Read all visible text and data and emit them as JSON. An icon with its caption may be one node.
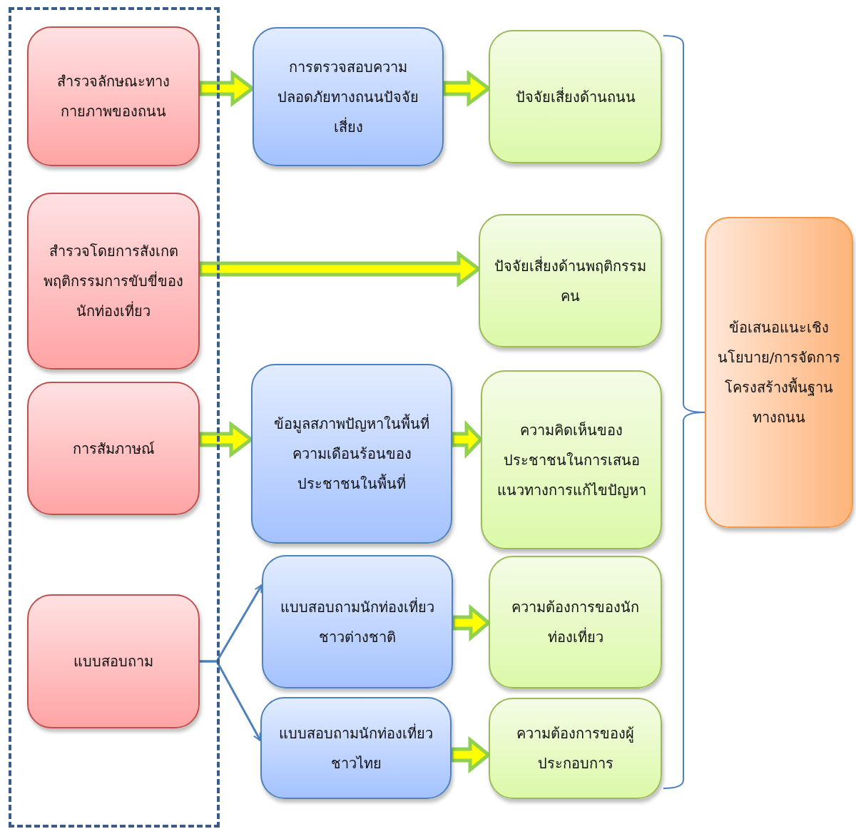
{
  "diagram": {
    "nodes": [
      {
        "text": [],
        "shape": "box"
      },
      {
        "text": [
          "สำรวจลักษณะทางกายภาพของถนน"
        ],
        "in": 0
      },
      {
        "text": [
          "สำรวจโดยการสังเกตพฤติกรรมการขับขี่ของนักท่องเที่ยว"
        ],
        "in": 0
      },
      {
        "text": [
          "การสัมภาษณ์"
        ],
        "in": 0
      },
      {
        "text": [
          "แบบสอบถาม"
        ],
        "in": 0
      },
      {
        "text": [
          "การตรวจสอบความปลอดภัยทางถนนปัจจัยเสี่ยง"
        ]
      },
      {
        "text": [
          "ข้อมูลสภาพปัญหาในพื้นที่ ความเดือนร้อนของประชาชนในพื้นที่"
        ]
      },
      {
        "text": [
          "แบบสอบถามนักท่องเที่ยวชาวต่างชาติ"
        ]
      },
      {
        "text": [
          "แบบสอบถามนักท่องเที่ยวชาวไทย"
        ]
      },
      {
        "text": [
          "ปัจจัยเสี่ยงด้านถนน"
        ]
      },
      {
        "text": [
          "ปัจจัยเสี่ยงด้านพฤติกรรมคน"
        ]
      },
      {
        "text": [
          "ความคิดเห็นของประชาชนในการเสนอแนวทางการแก้ไขปัญหา"
        ]
      },
      {
        "text": [
          "ความต้องการของนักท่องเที่ยว"
        ]
      },
      {
        "text": [
          "ความต้องการของผู้ประกอบการ"
        ]
      },
      {
        "text": [
          "ข้อเสนอแนะเชิงนโยบาย/การจัดการโครงสร้างพื้นฐานทางถนน"
        ]
      }
    ],
    "edges": [
      {
        "from": 1,
        "to": 5,
        "arrow": "to",
        "style": "thick"
      },
      {
        "from": 5,
        "to": 9,
        "arrow": "to",
        "style": "thick"
      },
      {
        "from": 2,
        "to": 10,
        "arrow": "to",
        "style": "thick"
      },
      {
        "from": 3,
        "to": 6,
        "arrow": "to",
        "style": "thick"
      },
      {
        "from": 6,
        "to": 11,
        "arrow": "to",
        "style": "thick"
      },
      {
        "from": 4,
        "to": 7,
        "arrow": "to"
      },
      {
        "from": 4,
        "to": 8,
        "arrow": "to"
      },
      {
        "from": 7,
        "to": 12,
        "arrow": "to",
        "style": "thick"
      },
      {
        "from": 8,
        "to": 13,
        "arrow": "to",
        "style": "thick"
      }
    ]
  }
}
